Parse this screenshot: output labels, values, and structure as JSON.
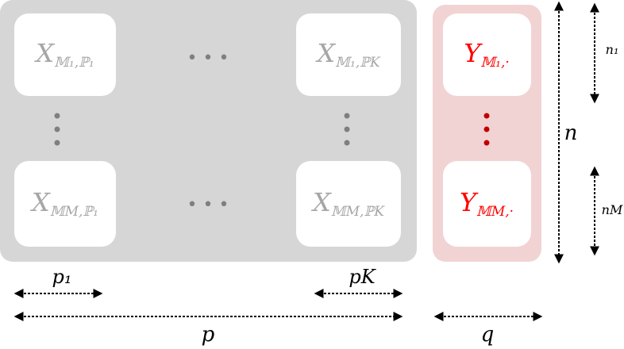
{
  "colors": {
    "x_panel": "#d6d6d6",
    "y_panel": "#f2d3d3",
    "x_text": "#a6a6a6",
    "y_text": "#ff0000",
    "x_dots": "#7f7f7f",
    "y_dots": "#c00000",
    "arrows": "#000000",
    "block": "#ffffff"
  },
  "blocks": {
    "x_top_left": {
      "main": "X",
      "sub": "𝕄₁,ℙ₁"
    },
    "x_top_right": {
      "main": "X",
      "sub": "𝕄₁,ℙK"
    },
    "x_bottom_left": {
      "main": "X",
      "sub": "𝕄M,ℙ₁"
    },
    "x_bottom_right": {
      "main": "X",
      "sub": "𝕄M,ℙK"
    },
    "y_top": {
      "main": "Y",
      "sub": "𝕄₁,·"
    },
    "y_bottom": {
      "main": "Y",
      "sub": "𝕄M,·"
    }
  },
  "ellipses": {
    "top": "• • •",
    "bottom": "• • •"
  },
  "labels": {
    "p1": "p₁",
    "pK": "pK",
    "p": "p",
    "q": "q",
    "n": "n",
    "n1": "n₁",
    "nM": "nM"
  }
}
